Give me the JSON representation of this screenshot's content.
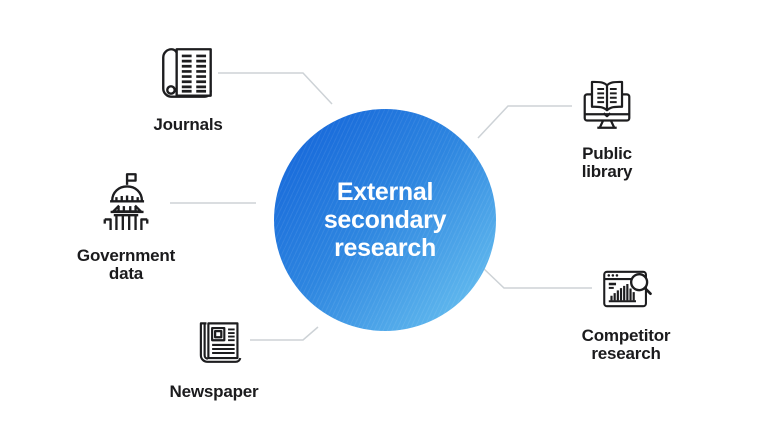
{
  "center": {
    "lines": [
      "External",
      "secondary",
      "research"
    ],
    "gradient_from": "#1161d9",
    "gradient_to": "#70c8f2",
    "text_color": "#ffffff"
  },
  "items": [
    {
      "id": "journals",
      "icon": "journal-icon",
      "lines": [
        "Journals"
      ]
    },
    {
      "id": "government-data",
      "icon": "capitol-icon",
      "lines": [
        "Government",
        "data"
      ]
    },
    {
      "id": "newspaper",
      "icon": "newspaper-icon",
      "lines": [
        "Newspaper"
      ]
    },
    {
      "id": "public-library",
      "icon": "book-monitor-icon",
      "lines": [
        "Public",
        "library"
      ]
    },
    {
      "id": "competitor-research",
      "icon": "chart-magnifier-icon",
      "lines": [
        "Competitor",
        "research"
      ]
    }
  ],
  "colors": {
    "connector": "#cdd2d6",
    "label_text": "#1b1b1d",
    "icon_stroke": "#1d1d1f",
    "background": "#ffffff"
  }
}
